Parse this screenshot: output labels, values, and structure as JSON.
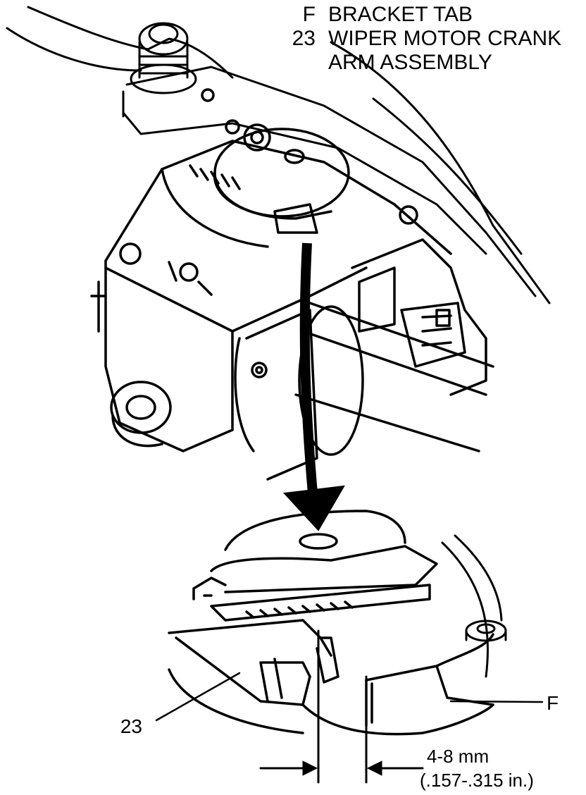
{
  "legend": [
    {
      "key": "F",
      "text": "BRACKET TAB"
    },
    {
      "key": "23",
      "text": "WIPER MOTOR CRANK"
    },
    {
      "key": "",
      "text": "ARM ASSEMBLY"
    }
  ],
  "callouts": {
    "bracket_tab": "F",
    "crank_arm": "23"
  },
  "dimension": {
    "metric": "4-8 mm",
    "imperial": "(.157-.315 in.)"
  },
  "colors": {
    "ink": "#000000",
    "paper": "#ffffff"
  }
}
